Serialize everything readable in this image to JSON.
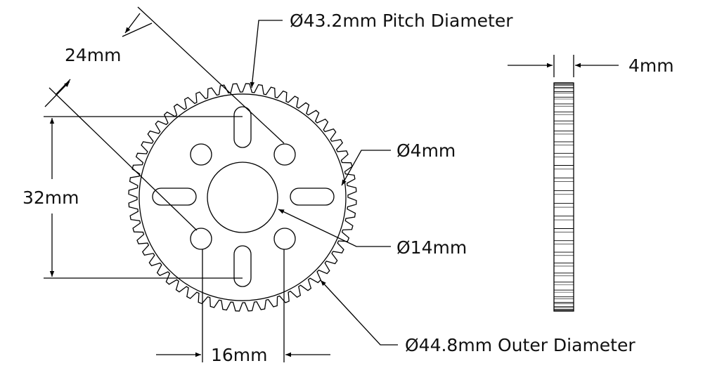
{
  "drawing": {
    "labels": {
      "pitch_diameter": "Ø43.2mm Pitch Diameter",
      "hub_slot_spacing": "24mm",
      "vertical_slot_spacing": "32mm",
      "small_hole": "Ø4mm",
      "center_bore": "Ø14mm",
      "outer_diameter": "Ø44.8mm Outer Diameter",
      "thickness": "4mm",
      "horizontal_hole_spacing": "16mm"
    },
    "gear": {
      "teeth": 56
    },
    "colors": {
      "line": "#000000",
      "text": "#111111",
      "background": "#ffffff"
    }
  }
}
